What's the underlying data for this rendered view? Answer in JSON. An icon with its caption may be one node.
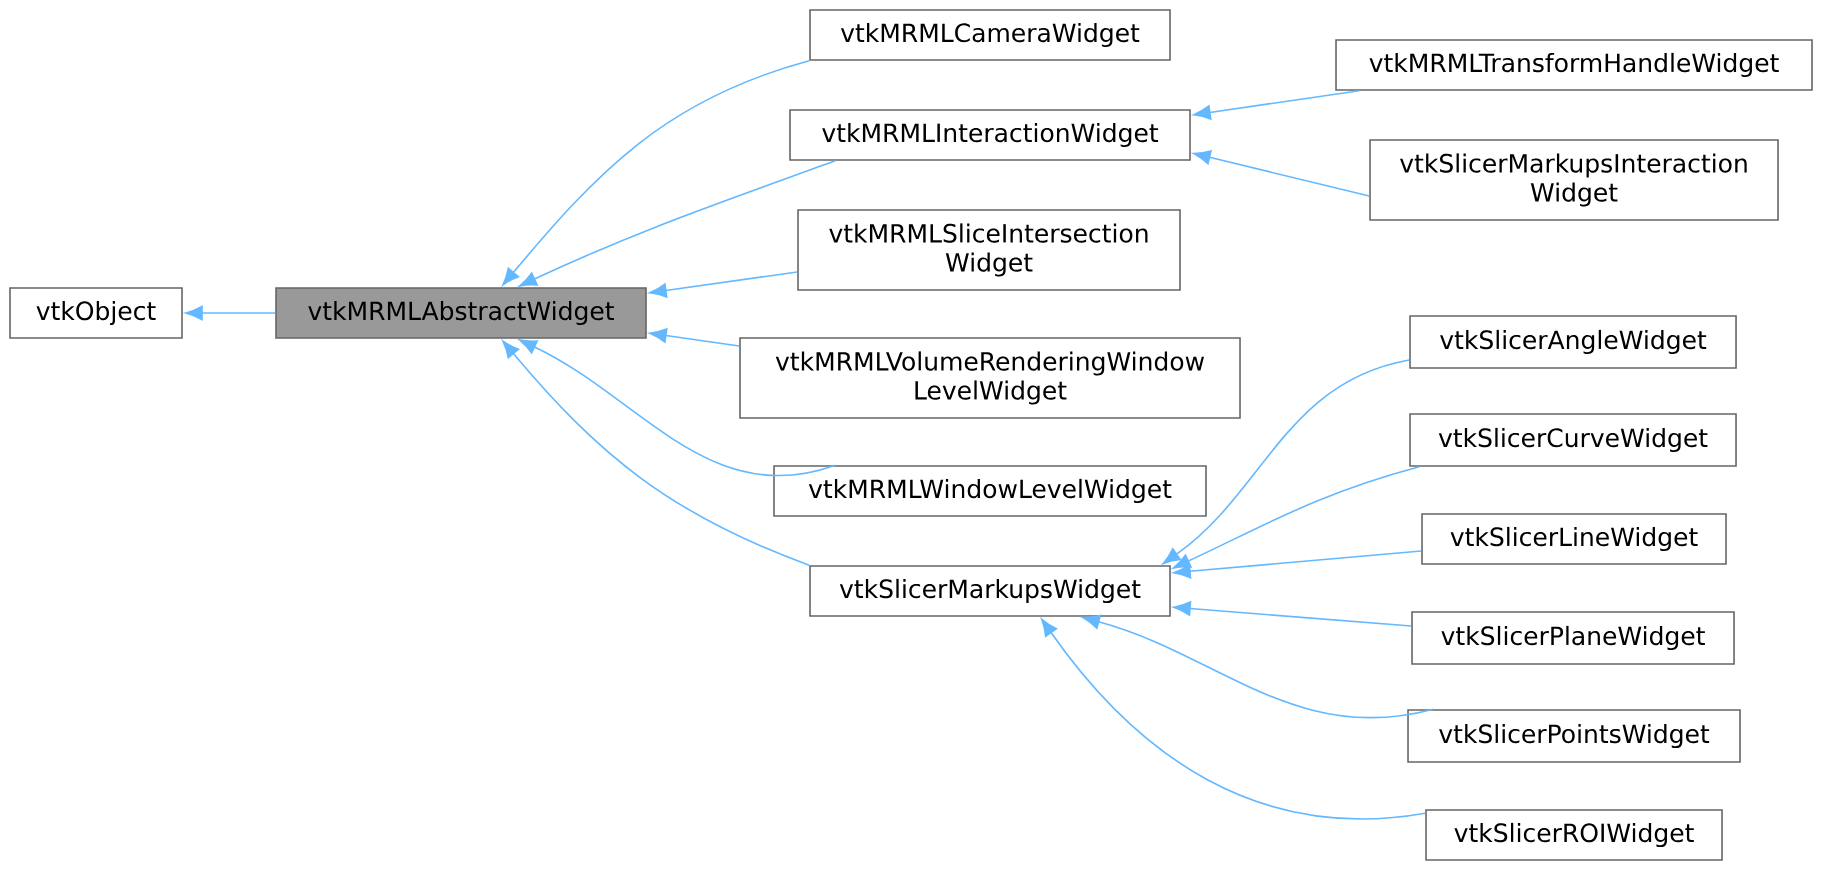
{
  "diagram": {
    "nodes": [
      {
        "text": [
          "vtkObject"
        ]
      },
      {
        "text": [
          "vtkMRMLAbstractWidget"
        ]
      },
      {
        "text": [
          "vtkMRMLCameraWidget"
        ]
      },
      {
        "text": [
          "vtkMRMLInteractionWidget"
        ]
      },
      {
        "text": [
          "vtkMRMLTransformHandleWidget"
        ]
      },
      {
        "text": [
          "vtkSlicerMarkupsInteraction Widget"
        ]
      },
      {
        "text": [
          "vtkMRMLSliceIntersection Widget"
        ]
      },
      {
        "text": [
          "vtkMRMLVolumeRenderingWindow LevelWidget"
        ]
      },
      {
        "text": [
          "vtkMRMLWindowLevelWidget"
        ]
      },
      {
        "text": [
          "vtkSlicerMarkupsWidget"
        ]
      },
      {
        "text": [
          "vtkSlicerAngleWidget"
        ]
      },
      {
        "text": [
          "vtkSlicerCurveWidget"
        ]
      },
      {
        "text": [
          "vtkSlicerLineWidget"
        ]
      },
      {
        "text": [
          "vtkSlicerPlaneWidget"
        ]
      },
      {
        "text": [
          "vtkSlicerPointsWidget"
        ]
      },
      {
        "text": [
          "vtkSlicerROIWidget"
        ]
      }
    ],
    "edges": [
      {
        "from": 1,
        "to": 0,
        "arrow": "to"
      },
      {
        "from": 2,
        "to": 1,
        "arrow": "to"
      },
      {
        "from": 3,
        "to": 1,
        "arrow": "to"
      },
      {
        "from": 6,
        "to": 1,
        "arrow": "to"
      },
      {
        "from": 7,
        "to": 1,
        "arrow": "to"
      },
      {
        "from": 8,
        "to": 1,
        "arrow": "to"
      },
      {
        "from": 9,
        "to": 1,
        "arrow": "to"
      },
      {
        "from": 4,
        "to": 3,
        "arrow": "to"
      },
      {
        "from": 5,
        "to": 3,
        "arrow": "to"
      },
      {
        "from": 10,
        "to": 9,
        "arrow": "to"
      },
      {
        "from": 11,
        "to": 9,
        "arrow": "to"
      },
      {
        "from": 12,
        "to": 9,
        "arrow": "to"
      },
      {
        "from": 13,
        "to": 9,
        "arrow": "to"
      },
      {
        "from": 14,
        "to": 9,
        "arrow": "to"
      },
      {
        "from": 15,
        "to": 9,
        "arrow": "to"
      }
    ]
  }
}
